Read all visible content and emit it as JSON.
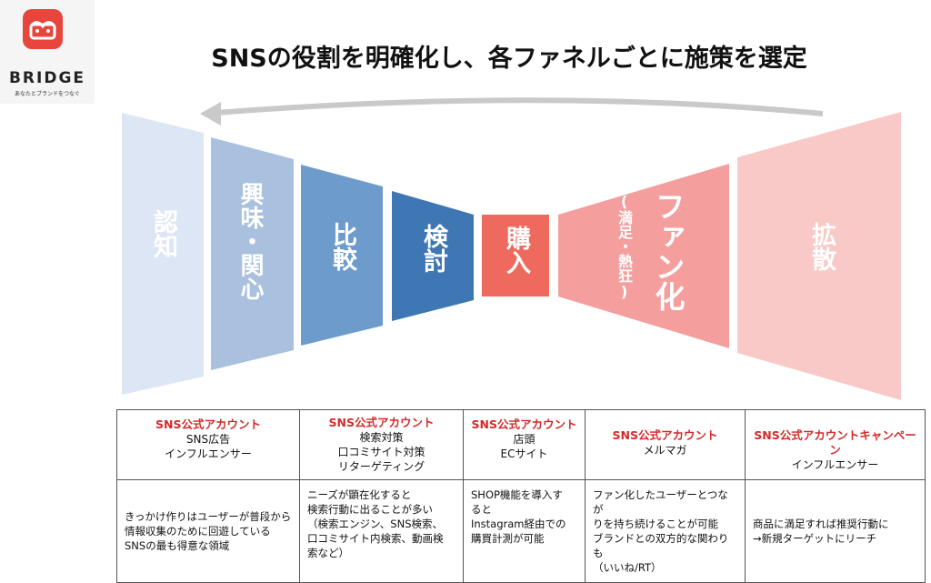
{
  "logo": {
    "wordmark": "BRIDGE",
    "tagline": "あなたとブランドをつなぐ",
    "badge_color": "#e8453c"
  },
  "title": "SNSの役割を明確化し、各ファネルごとに施策を選定",
  "arrow_color": "#c9c9c9",
  "stages": [
    {
      "label": "認知",
      "color": "#dde6f4"
    },
    {
      "label": "興味・関心",
      "color": "#a9c1de"
    },
    {
      "label": "比較",
      "color": "#6d9bcc"
    },
    {
      "label": "検討",
      "color": "#3f76b4"
    },
    {
      "label": "購入",
      "color": "#ef6a5e"
    },
    {
      "label": "ファン化",
      "sublabel": "(満足・熱狂)",
      "color": "#f49e9e"
    },
    {
      "label": "拡散",
      "color": "#f8c9c6"
    }
  ],
  "table": {
    "columns": [
      {
        "heading": "SNS公式アカウント",
        "lines": [
          "SNS広告",
          "インフルエンサー"
        ],
        "description": "きっかけ作りはユーザーが普段から\n情報収集のために回遊している\nSNSの最も得意な領域"
      },
      {
        "heading": "SNS公式アカウント",
        "lines": [
          "検索対策",
          "口コミサイト対策",
          "リターゲティング"
        ],
        "description": "ニーズが顕在化すると\n検索行動に出ることが多い\n（検索エンジン、SNS検索、\n口コミサイト内検索、動画検\n索など）"
      },
      {
        "heading": "SNS公式アカウント",
        "lines": [
          "店頭",
          "ECサイト"
        ],
        "description": "SHOP機能を導入す\nると\nInstagram経由での\n購買計測が可能"
      },
      {
        "heading": "SNS公式アカウント",
        "lines": [
          "メルマガ"
        ],
        "description": "ファン化したユーザーとつなが\nりを持ち続けることが可能\nブランドとの双方的な関わり\nも\n（いいね/RT）"
      },
      {
        "heading": "SNS公式アカウントキャンペーン",
        "lines": [
          "インフルエンサー"
        ],
        "description": "商品に満足すれば推奨行動に\n→新規ターゲットにリーチ"
      }
    ]
  }
}
